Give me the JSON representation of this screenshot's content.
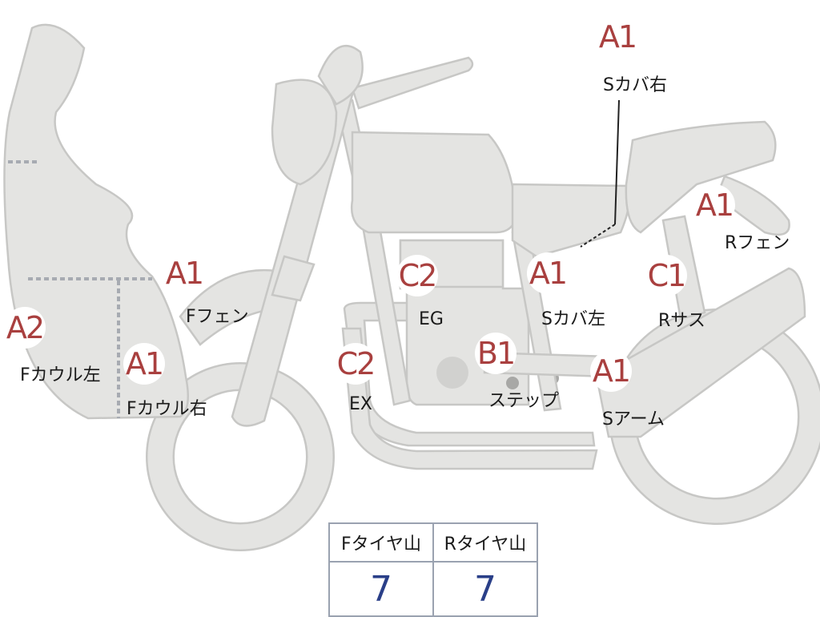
{
  "grades": {
    "s_cover_right": "A1",
    "r_fender": "A1",
    "f_fender": "A1",
    "engine": "C2",
    "s_cover_left": "A1",
    "r_suspension": "C1",
    "f_cowl_left": "A2",
    "f_cowl_right": "A1",
    "exhaust": "C2",
    "step": "B1",
    "s_arm": "A1"
  },
  "parts": {
    "s_cover_right": "Sカバ右",
    "r_fender": "Rフェン",
    "f_fender": "Fフェン",
    "engine": "EG",
    "s_cover_left": "Sカバ左",
    "r_suspension": "Rサス",
    "f_cowl_left": "Fカウル左",
    "f_cowl_right": "Fカウル右",
    "exhaust": "EX",
    "step": "ステップ",
    "s_arm": "Sアーム"
  },
  "tire_table": {
    "front_header": "Fタイヤ山",
    "rear_header": "Rタイヤ山",
    "front_value": "7",
    "rear_value": "7"
  },
  "colors": {
    "body_fill": "#e4e4e2",
    "grade_text": "#a9403f",
    "value_text": "#2a3f88"
  }
}
